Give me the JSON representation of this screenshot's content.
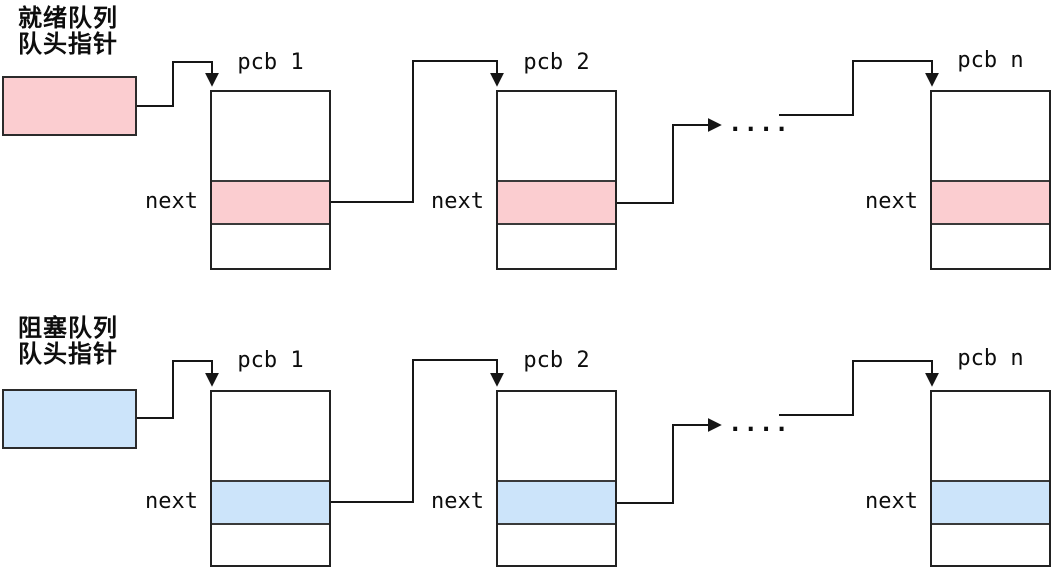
{
  "diagram": {
    "description_colors": {
      "line_color": "#161616",
      "ready_accent": "#fbcdd0",
      "blocked_accent": "#cce4fa",
      "background": "#ffffff"
    }
  },
  "queues": [
    {
      "name": "ready-queue",
      "title_line1": "就绪队列",
      "title_line2": "队头指针",
      "accent_color": "#fbcdd0",
      "dots": "....",
      "nodes": [
        {
          "label": "pcb 1",
          "next_label": "next"
        },
        {
          "label": "pcb 2",
          "next_label": "next"
        },
        {
          "label": "pcb n",
          "next_label": "next"
        }
      ]
    },
    {
      "name": "blocked-queue",
      "title_line1": "阻塞队列",
      "title_line2": "队头指针",
      "accent_color": "#cce4fa",
      "dots": "....",
      "nodes": [
        {
          "label": "pcb 1",
          "next_label": "next"
        },
        {
          "label": "pcb 2",
          "next_label": "next"
        },
        {
          "label": "pcb n",
          "next_label": "next"
        }
      ]
    }
  ]
}
